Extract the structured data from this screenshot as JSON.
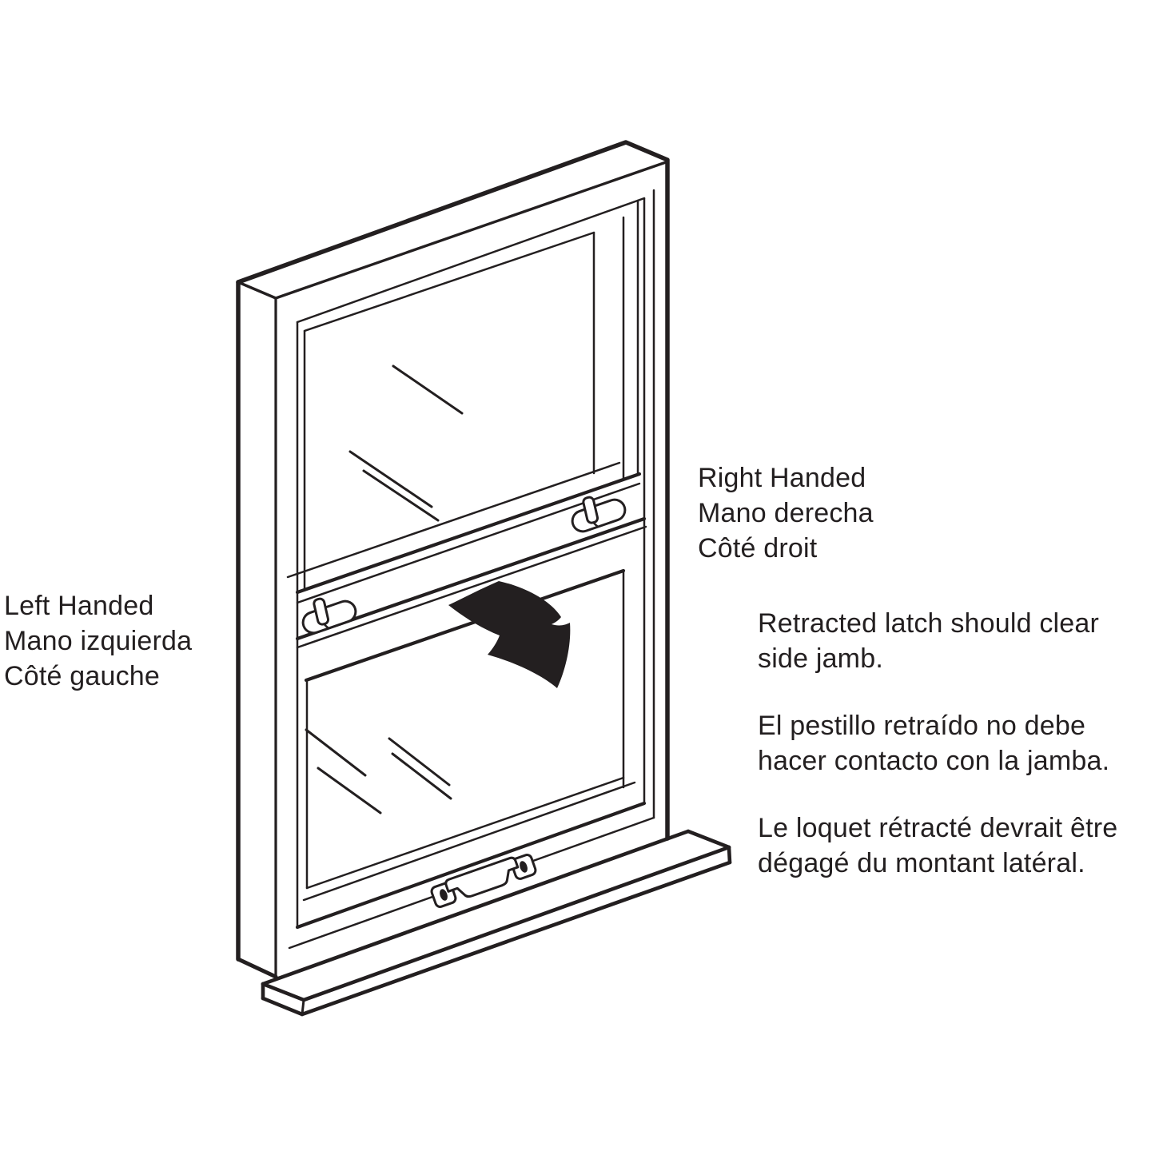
{
  "page": {
    "background": "#ffffff",
    "line_color": "#231f20"
  },
  "diagram": {
    "left_handed_label": {
      "en": "Left Handed",
      "es": "Mano izquierda",
      "fr": "Côté gauche"
    },
    "right_handed_label": {
      "en": "Right Handed",
      "es": "Mano derecha",
      "fr": "Côté droit"
    },
    "latch_note": {
      "en": [
        "Retracted latch should clear",
        "side jamb."
      ],
      "es": [
        "El pestillo retraído no debe",
        "hacer contacto con la jamba."
      ],
      "fr": [
        "Le loquet rétracté devrait être",
        "dégagé du montant latéral."
      ]
    },
    "icons": {
      "window": "double-hung-window-illustration",
      "latch_left": "sash-latch",
      "latch_right": "sash-latch",
      "arrow": "curved-direction-arrow",
      "handle": "sash-lift-handle",
      "sill": "window-sill"
    }
  }
}
